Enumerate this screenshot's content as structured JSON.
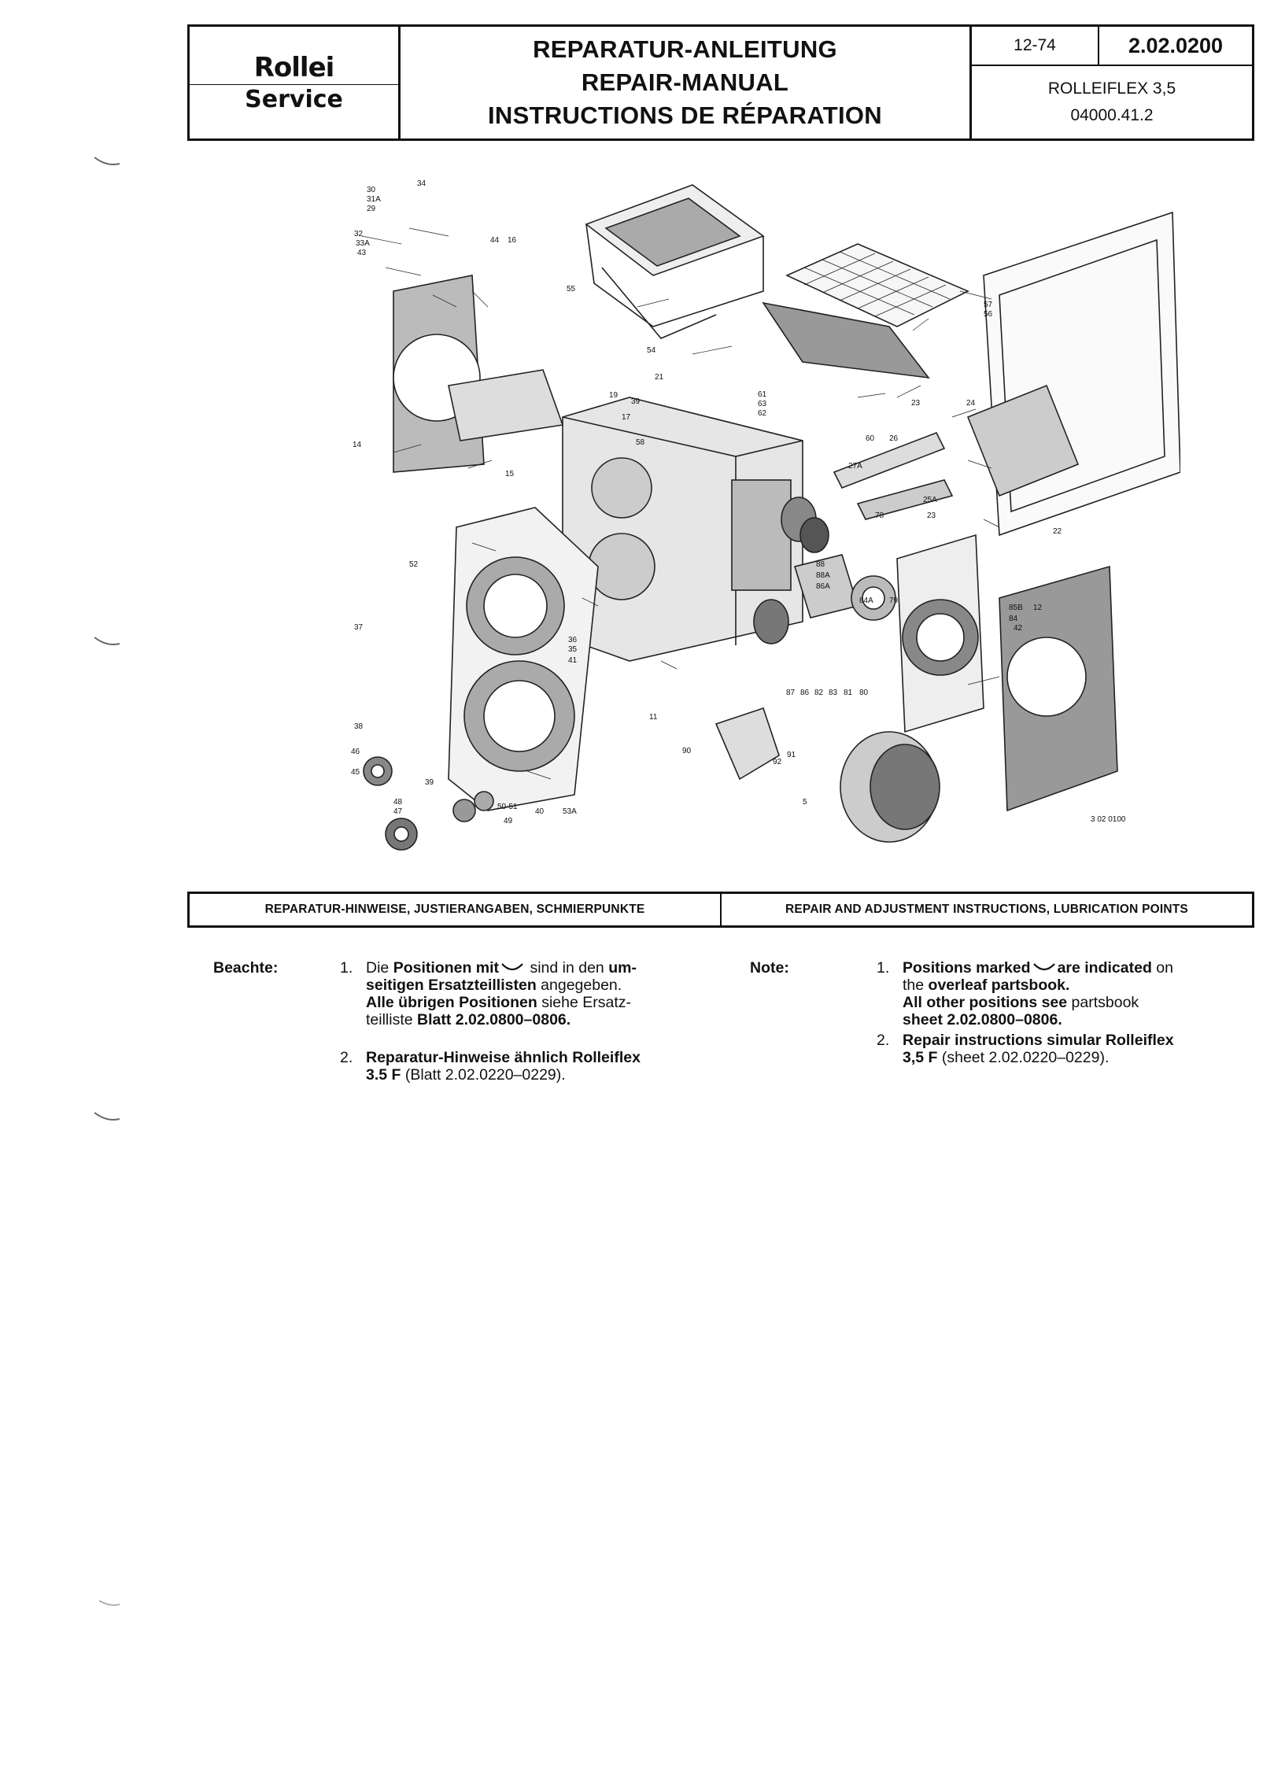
{
  "header": {
    "logo": "Rollei",
    "service": "Service",
    "titles": [
      "REPARATUR-ANLEITUNG",
      "REPAIR-MANUAL",
      "INSTRUCTIONS DE RÉPARATION"
    ],
    "date": "12-74",
    "sheet": "2.02.0200",
    "model": "ROLLEIFLEX 3,5",
    "part_code": "04000.41.2"
  },
  "diagram": {
    "part_numbers": [
      "30",
      "31A",
      "29",
      "34",
      "32",
      "33A",
      "43",
      "44",
      "16",
      "55",
      "57",
      "56",
      "54",
      "21",
      "61",
      "63",
      "62",
      "19",
      "39",
      "17",
      "58",
      "23",
      "24",
      "60",
      "26",
      "14",
      "15",
      "27A",
      "25A",
      "78",
      "23",
      "22",
      "52",
      "88",
      "88A",
      "86A",
      "84A",
      "79",
      "85B",
      "12",
      "84",
      "42",
      "37",
      "36",
      "35",
      "41",
      "87",
      "86",
      "82",
      "83",
      "81",
      "80",
      "11",
      "90",
      "91",
      "92",
      "38",
      "46",
      "45",
      "39",
      "48",
      "47",
      "50-51",
      "40",
      "49",
      "53A",
      "5"
    ],
    "stamp": "3 02 0100"
  },
  "section_bar": {
    "left": "REPARATUR-HINWEISE, JUSTIERANGABEN, SCHMIERPUNKTE",
    "right": "REPAIR AND ADJUSTMENT INSTRUCTIONS, LUBRICATION POINTS"
  },
  "german": {
    "label": "Beachte:",
    "n1": "1.",
    "item1_a": "Die ",
    "item1_b": "Positionen mit",
    "item1_c": " sind in den ",
    "item1_d": "um-",
    "item1_e": "seitigen Ersatzteillisten",
    "item1_f": " angegeben.",
    "item1_g": "Alle übrigen Positionen",
    "item1_h": " siehe Ersatz-",
    "item1_i": "teilliste ",
    "item1_j": "Blatt 2.02.0800–0806.",
    "n2": "2.",
    "item2_a": "Reparatur-Hinweise ähnlich Rolleiflex",
    "item2_b": "3.5 F",
    "item2_c": " (Blatt 2.02.0220–0229)."
  },
  "english": {
    "label": "Note:",
    "n1": "1.",
    "item1_a": "Positions marked",
    "item1_b": "are indicated",
    "item1_c": " on",
    "item1_d": "the ",
    "item1_e": "overleaf partsbook.",
    "item1_f": "All other positions see",
    "item1_g": " partsbook",
    "item1_h": "sheet 2.02.0800–0806.",
    "n2": "2.",
    "item2_a": "Repair instructions simular Rolleiflex",
    "item2_b": "3,5 F",
    "item2_c": " (sheet 2.02.0220–0229)."
  }
}
